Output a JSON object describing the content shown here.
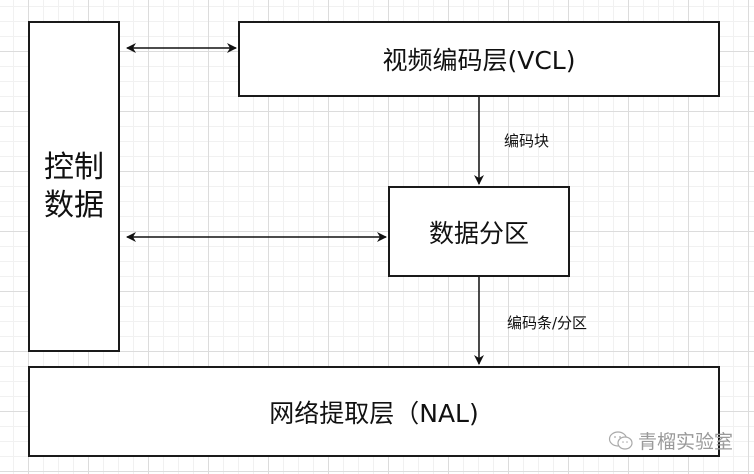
{
  "nodes": {
    "control_data": "控制\n数据",
    "control_data_lines": [
      "控制",
      "数据"
    ],
    "vcl": "视频编码层(VCL)",
    "data_partition": "数据分区",
    "nal": "网络提取层（NAL)"
  },
  "edges": {
    "vcl_to_partition_label": "编码块",
    "partition_to_nal_label": "编码条/分区"
  },
  "watermark": {
    "icon": "wechat-icon",
    "text": "青榴实验室"
  }
}
